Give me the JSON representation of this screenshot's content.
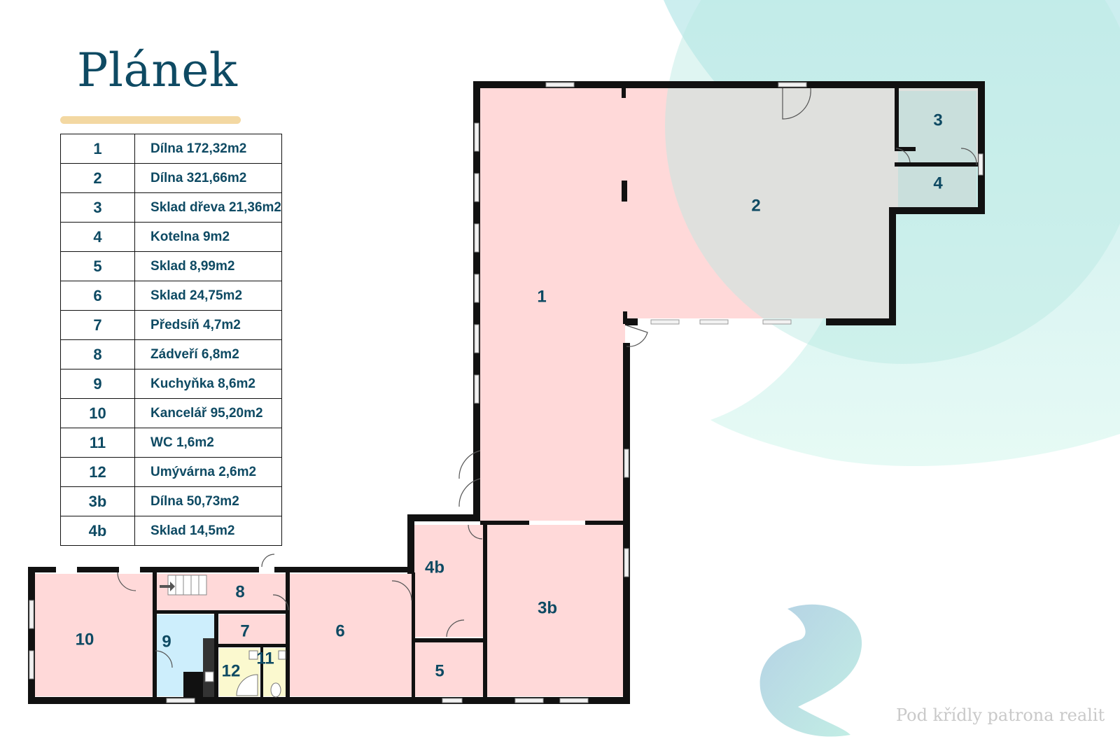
{
  "title": "Plánek",
  "legend": [
    {
      "num": "1",
      "desc": "Dílna 172,32m2"
    },
    {
      "num": "2",
      "desc": "Dílna 321,66m2"
    },
    {
      "num": "3",
      "desc": "Sklad dřeva 21,36m2"
    },
    {
      "num": "4",
      "desc": "Kotelna 9m2"
    },
    {
      "num": "5",
      "desc": "Sklad 8,99m2"
    },
    {
      "num": "6",
      "desc": "Sklad 24,75m2"
    },
    {
      "num": "7",
      "desc": "Předsíň 4,7m2"
    },
    {
      "num": "8",
      "desc": "Zádveří 6,8m2"
    },
    {
      "num": "9",
      "desc": "Kuchyňka 8,6m2"
    },
    {
      "num": "10",
      "desc": "Kancelář 95,20m2"
    },
    {
      "num": "11",
      "desc": "WC 1,6m2"
    },
    {
      "num": "12",
      "desc": "Umývárna 2,6m2"
    },
    {
      "num": "3b",
      "desc": "Dílna 50,73m2"
    },
    {
      "num": "4b",
      "desc": "Sklad 14,5m2"
    }
  ],
  "plan_labels": {
    "r1": "1",
    "r2": "2",
    "r3": "3",
    "r4": "4",
    "r5": "5",
    "r6": "6",
    "r7": "7",
    "r8": "8",
    "r9": "9",
    "r10": "10",
    "r11": "11",
    "r12": "12",
    "r3b": "3b",
    "r4b": "4b"
  },
  "watermark": "Pod křídly patrona realit",
  "colors": {
    "title": "#0e4a63",
    "room_fill": "#ffd9d9",
    "kitchen_fill": "#cdeefc",
    "bathroom_fill": "#fbf9cf",
    "wall": "#111111",
    "accent_underline": "#f3d8a2",
    "decor_teal": "#bfeee6"
  }
}
